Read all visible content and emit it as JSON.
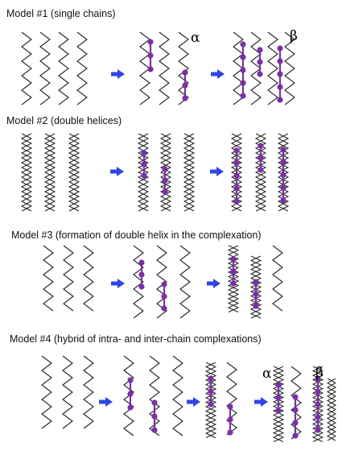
{
  "models": [
    {
      "title": "Model #1 (single chains)",
      "labels": [
        "α",
        "β"
      ]
    },
    {
      "title": "Model #2 (double helices)",
      "labels": []
    },
    {
      "title": "Model #3 (formation of double helix in the complexation)",
      "labels": []
    },
    {
      "title": "Model #4 (hybrid of intra- and inter-chain complexations)",
      "labels": [
        "α",
        "β"
      ]
    }
  ],
  "colors": {
    "chain": "#222222",
    "complex": "#7b2fa8",
    "arrow": "#2f45e8"
  }
}
